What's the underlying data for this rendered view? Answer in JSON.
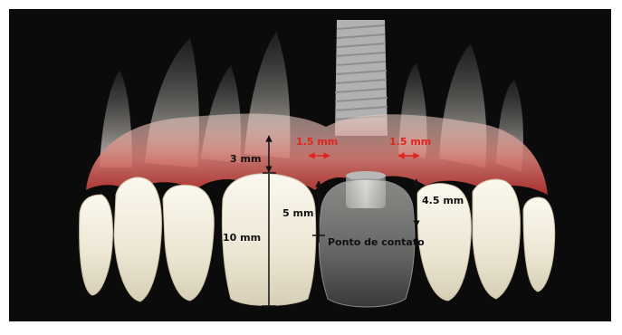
{
  "colors": {
    "background": "#0b0b0b",
    "gum": "#c7544e",
    "tooth": "#f2eee2",
    "annotation_red": "#e0231e",
    "annotation_dark": "#111111"
  },
  "labels": {
    "gap_left": "1.5 mm",
    "gap_right": "1.5 mm",
    "papilla_height": "3 mm",
    "contact_to_bone": "5 mm",
    "crown_height": "10 mm",
    "implant_gap": "4.5 mm",
    "contact_point": "Ponto de contato"
  }
}
